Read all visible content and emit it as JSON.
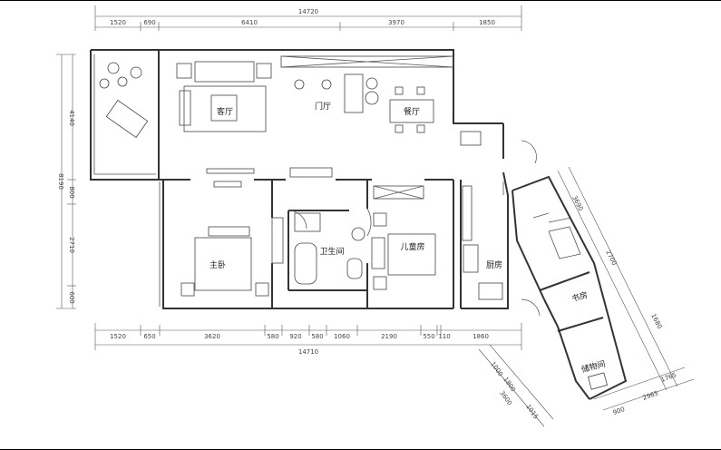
{
  "rooms": {
    "living": "客厅",
    "hall": "门厅",
    "dining": "餐厅",
    "master": "主卧",
    "bath": "卫生间",
    "child": "儿童房",
    "kitchen": "厨房",
    "study": "书房",
    "storage": "储物间"
  },
  "dims_top": {
    "total": "14720",
    "segments": [
      "1520",
      "690",
      "6410",
      "3970",
      "1850"
    ]
  },
  "dims_left": {
    "total": "8190",
    "segments": [
      "4140",
      "800",
      "2710",
      "600"
    ]
  },
  "dims_bottom": {
    "total": "14710",
    "segments": [
      "1520",
      "650",
      "3620",
      "580",
      "920",
      "580",
      "1060",
      "2190",
      "550",
      "110",
      "1860"
    ]
  },
  "dims_angled_right": [
    "3690",
    "2700",
    "1680",
    "1765",
    "2965",
    "900"
  ],
  "dims_angled_left": [
    "1000",
    "1800",
    "3600",
    "1015"
  ]
}
